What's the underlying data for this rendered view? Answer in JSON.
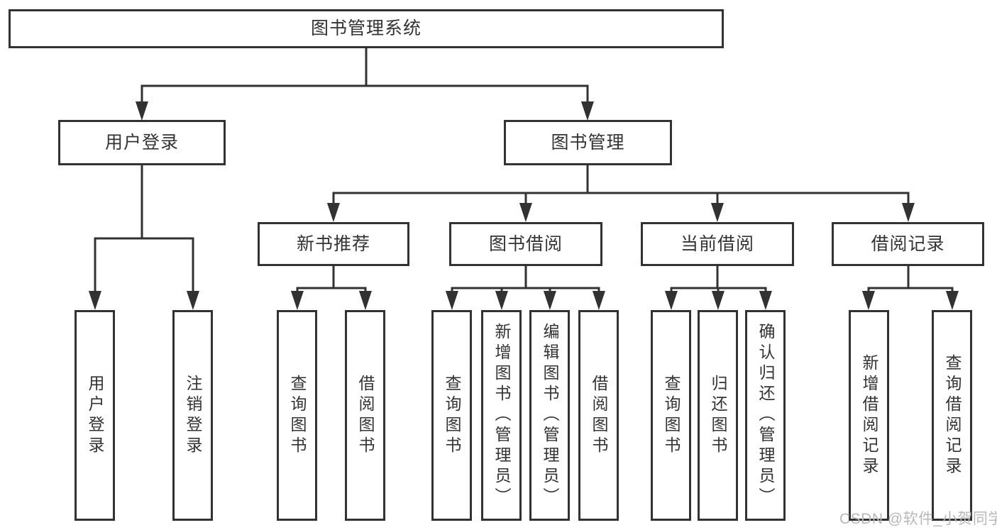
{
  "tree": {
    "label": "图书管理系统",
    "children": [
      {
        "label": "用户登录",
        "children": [
          {
            "label": "用户登录"
          },
          {
            "label": "注销登录"
          }
        ]
      },
      {
        "label": "图书管理",
        "children": [
          {
            "label": "新书推荐",
            "children": [
              {
                "label": "查询图书"
              },
              {
                "label": "借阅图书"
              }
            ]
          },
          {
            "label": "图书借阅",
            "children": [
              {
                "label": "查询图书"
              },
              {
                "label": "新增图书（管理员）"
              },
              {
                "label": "编辑图书（管理员）"
              },
              {
                "label": "借阅图书"
              }
            ]
          },
          {
            "label": "当前借阅",
            "children": [
              {
                "label": "查询图书"
              },
              {
                "label": "归还图书"
              },
              {
                "label": "确认归还（管理员）"
              }
            ]
          },
          {
            "label": "借阅记录",
            "children": [
              {
                "label": "新增借阅记录"
              },
              {
                "label": "查询借阅记录"
              }
            ]
          }
        ]
      }
    ]
  },
  "watermark": {
    "text": "CSDN @软件_小贺同学"
  },
  "colors": {
    "line": "#323232",
    "box_border": "#323232",
    "text": "#333333",
    "watermark": "#b7b7bc",
    "background": "#ffffff"
  }
}
